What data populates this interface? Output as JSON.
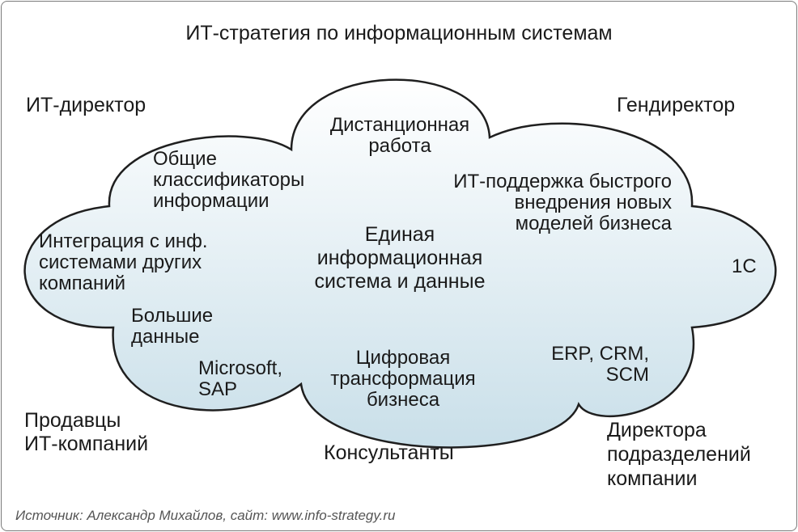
{
  "title": "ИТ-стратегия по информационным системам",
  "cloud_fill_top": "#ffffff",
  "cloud_fill_bottom": "#c9dfe9",
  "cloud_stroke": "#1f1f1f",
  "outside": {
    "it_director": "ИТ-директор",
    "gendirector": "Гендиректор",
    "vendors": [
      "Продавцы",
      "ИТ-компаний"
    ],
    "consultants": "Консультанты",
    "division_heads": [
      "Директора",
      "подразделений",
      "компании"
    ]
  },
  "inside": {
    "remote_work": [
      "Дистанционная",
      "работа"
    ],
    "classifiers": [
      "Общие",
      "классификаторы",
      "информации"
    ],
    "it_support": [
      "ИТ-поддержка быстрого",
      "внедрения новых",
      "моделей бизнеса"
    ],
    "integration": [
      "Интеграция с инф.",
      "системами других",
      "компаний"
    ],
    "unified_system": [
      "Единая",
      "информационная",
      "система и данные"
    ],
    "onec": "1С",
    "big_data": [
      "Большие",
      "данные"
    ],
    "microsoft_sap": [
      "Microsoft,",
      "SAP"
    ],
    "digital_transformation": [
      "Цифровая",
      "трансформация",
      "бизнеса"
    ],
    "erp_crm_scm": [
      "ERP, CRM,",
      "SCM"
    ]
  },
  "source": "Источник: Александр Михайлов, сайт: www.info-strategy.ru"
}
